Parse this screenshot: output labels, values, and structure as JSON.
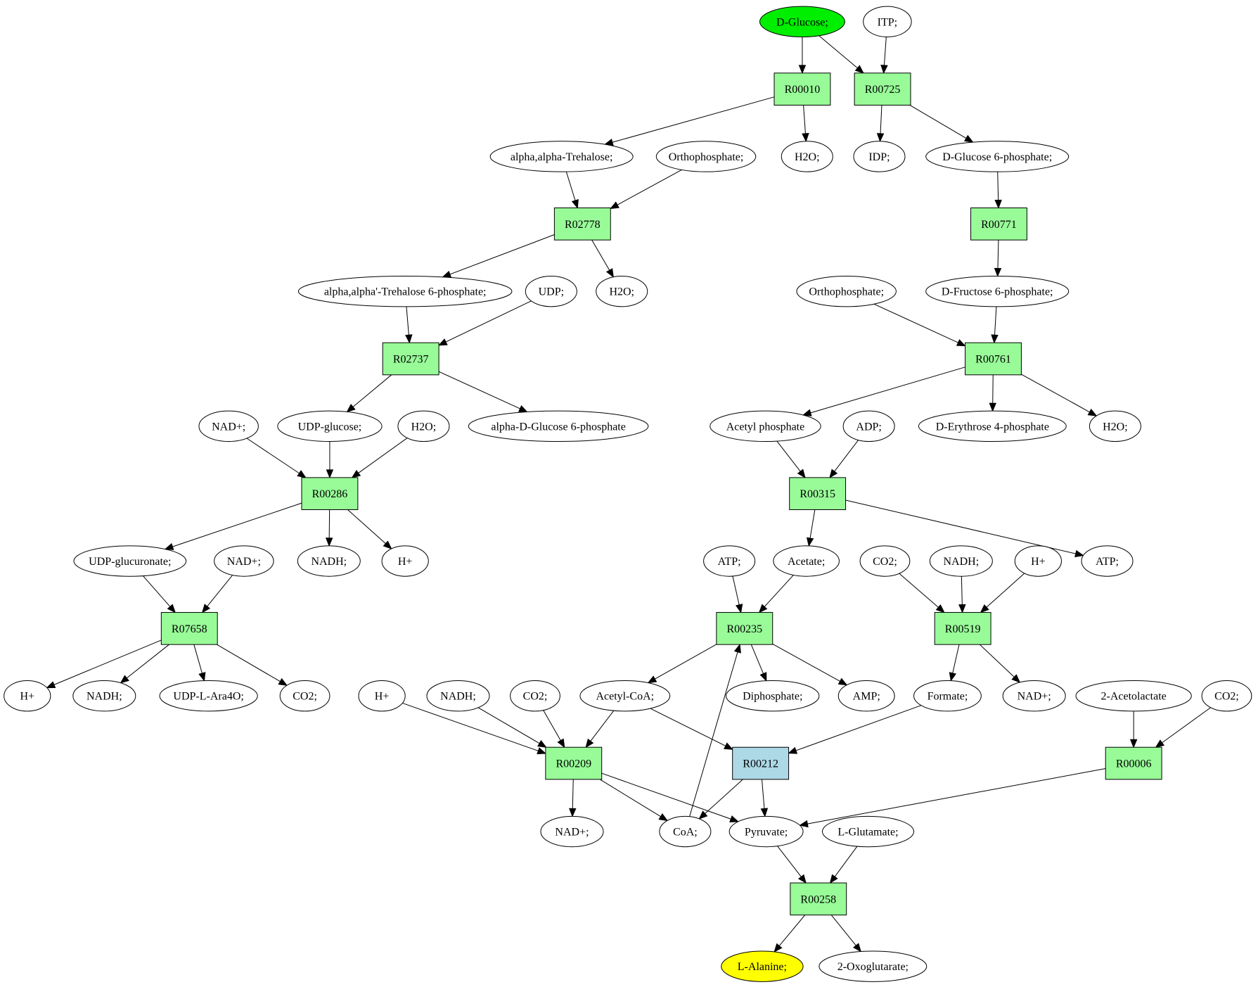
{
  "diagram": {
    "type": "metabolic-pathway-graph",
    "colors": {
      "reaction_fill": "#98fb98",
      "highlight_reaction_fill": "#add8e6",
      "start_compound_fill": "#00ee00",
      "end_compound_fill": "#ffff00",
      "default_compound_fill": "#ffffff",
      "stroke": "#000000"
    },
    "nodes": [
      {
        "id": "c_dglucose",
        "kind": "compound",
        "label": "D-Glucose;",
        "role": "start"
      },
      {
        "id": "c_itp",
        "kind": "compound",
        "label": "ITP;"
      },
      {
        "id": "r_R00010",
        "kind": "reaction",
        "label": "R00010"
      },
      {
        "id": "r_R00725",
        "kind": "reaction",
        "label": "R00725"
      },
      {
        "id": "c_trehalose",
        "kind": "compound",
        "label": "alpha,alpha-Trehalose;"
      },
      {
        "id": "c_orthophosphate1",
        "kind": "compound",
        "label": "Orthophosphate;"
      },
      {
        "id": "c_h2o_1",
        "kind": "compound",
        "label": "H2O;"
      },
      {
        "id": "c_idp",
        "kind": "compound",
        "label": "IDP;"
      },
      {
        "id": "c_g6p",
        "kind": "compound",
        "label": "D-Glucose 6-phosphate;"
      },
      {
        "id": "r_R02778",
        "kind": "reaction",
        "label": "R02778"
      },
      {
        "id": "r_R00771",
        "kind": "reaction",
        "label": "R00771"
      },
      {
        "id": "c_t6p",
        "kind": "compound",
        "label": "alpha,alpha'-Trehalose 6-phosphate;"
      },
      {
        "id": "c_udp",
        "kind": "compound",
        "label": "UDP;"
      },
      {
        "id": "c_h2o_2",
        "kind": "compound",
        "label": "H2O;"
      },
      {
        "id": "c_orthophosphate2",
        "kind": "compound",
        "label": "Orthophosphate;"
      },
      {
        "id": "c_f6p",
        "kind": "compound",
        "label": "D-Fructose 6-phosphate;"
      },
      {
        "id": "r_R02737",
        "kind": "reaction",
        "label": "R02737"
      },
      {
        "id": "r_R00761",
        "kind": "reaction",
        "label": "R00761"
      },
      {
        "id": "c_nadp_1",
        "kind": "compound",
        "label": "NAD+;"
      },
      {
        "id": "c_udpglucose",
        "kind": "compound",
        "label": "UDP-glucose;"
      },
      {
        "id": "c_h2o_3",
        "kind": "compound",
        "label": "H2O;"
      },
      {
        "id": "c_adg6p",
        "kind": "compound",
        "label": "alpha-D-Glucose 6-phosphate"
      },
      {
        "id": "c_acetylphosphate",
        "kind": "compound",
        "label": "Acetyl phosphate"
      },
      {
        "id": "c_adp",
        "kind": "compound",
        "label": "ADP;"
      },
      {
        "id": "c_e4p",
        "kind": "compound",
        "label": "D-Erythrose 4-phosphate"
      },
      {
        "id": "c_h2o_4",
        "kind": "compound",
        "label": "H2O;"
      },
      {
        "id": "r_R00286",
        "kind": "reaction",
        "label": "R00286"
      },
      {
        "id": "r_R00315",
        "kind": "reaction",
        "label": "R00315"
      },
      {
        "id": "c_udpglucuronate",
        "kind": "compound",
        "label": "UDP-glucuronate;"
      },
      {
        "id": "c_nadp_2",
        "kind": "compound",
        "label": "NAD+;"
      },
      {
        "id": "c_nadh_1",
        "kind": "compound",
        "label": "NADH;"
      },
      {
        "id": "c_hplus_1",
        "kind": "compound",
        "label": "H+"
      },
      {
        "id": "c_atp_1",
        "kind": "compound",
        "label": "ATP;"
      },
      {
        "id": "c_acetate",
        "kind": "compound",
        "label": "Acetate;"
      },
      {
        "id": "c_co2_1",
        "kind": "compound",
        "label": "CO2;"
      },
      {
        "id": "c_nadh_2",
        "kind": "compound",
        "label": "NADH;"
      },
      {
        "id": "c_hplus_2",
        "kind": "compound",
        "label": "H+"
      },
      {
        "id": "c_atp_2",
        "kind": "compound",
        "label": "ATP;"
      },
      {
        "id": "r_R07658",
        "kind": "reaction",
        "label": "R07658"
      },
      {
        "id": "r_R00235",
        "kind": "reaction",
        "label": "R00235"
      },
      {
        "id": "r_R00519",
        "kind": "reaction",
        "label": "R00519"
      },
      {
        "id": "c_hplus_3",
        "kind": "compound",
        "label": "H+"
      },
      {
        "id": "c_nadh_3",
        "kind": "compound",
        "label": "NADH;"
      },
      {
        "id": "c_udpara4o",
        "kind": "compound",
        "label": "UDP-L-Ara4O;"
      },
      {
        "id": "c_co2_2",
        "kind": "compound",
        "label": "CO2;"
      },
      {
        "id": "c_hplus_4",
        "kind": "compound",
        "label": "H+"
      },
      {
        "id": "c_nadh_4",
        "kind": "compound",
        "label": "NADH;"
      },
      {
        "id": "c_co2_3",
        "kind": "compound",
        "label": "CO2;"
      },
      {
        "id": "c_acetylcoa",
        "kind": "compound",
        "label": "Acetyl-CoA;"
      },
      {
        "id": "c_diphosphate",
        "kind": "compound",
        "label": "Diphosphate;"
      },
      {
        "id": "c_amp",
        "kind": "compound",
        "label": "AMP;"
      },
      {
        "id": "c_formate",
        "kind": "compound",
        "label": "Formate;"
      },
      {
        "id": "c_nadp_3",
        "kind": "compound",
        "label": "NAD+;"
      },
      {
        "id": "c_acetolactate",
        "kind": "compound",
        "label": "2-Acetolactate"
      },
      {
        "id": "c_co2_4",
        "kind": "compound",
        "label": "CO2;"
      },
      {
        "id": "r_R00209",
        "kind": "reaction",
        "label": "R00209"
      },
      {
        "id": "r_R00212",
        "kind": "reaction",
        "label": "R00212",
        "role": "highlight"
      },
      {
        "id": "r_R00006",
        "kind": "reaction",
        "label": "R00006"
      },
      {
        "id": "c_nadp_4",
        "kind": "compound",
        "label": "NAD+;"
      },
      {
        "id": "c_coa",
        "kind": "compound",
        "label": "CoA;"
      },
      {
        "id": "c_pyruvate",
        "kind": "compound",
        "label": "Pyruvate;"
      },
      {
        "id": "c_lglutamate",
        "kind": "compound",
        "label": "L-Glutamate;"
      },
      {
        "id": "r_R00258",
        "kind": "reaction",
        "label": "R00258"
      },
      {
        "id": "c_lalanine",
        "kind": "compound",
        "label": "L-Alanine;",
        "role": "end"
      },
      {
        "id": "c_2oxoglutarate",
        "kind": "compound",
        "label": "2-Oxoglutarate;"
      }
    ],
    "edges": [
      [
        "c_dglucose",
        "r_R00010"
      ],
      [
        "c_dglucose",
        "r_R00725"
      ],
      [
        "c_itp",
        "r_R00725"
      ],
      [
        "r_R00010",
        "c_trehalose"
      ],
      [
        "r_R00010",
        "c_h2o_1"
      ],
      [
        "r_R00725",
        "c_idp"
      ],
      [
        "r_R00725",
        "c_g6p"
      ],
      [
        "c_trehalose",
        "r_R02778"
      ],
      [
        "c_orthophosphate1",
        "r_R02778"
      ],
      [
        "c_g6p",
        "r_R00771"
      ],
      [
        "r_R02778",
        "c_t6p"
      ],
      [
        "r_R02778",
        "c_h2o_2"
      ],
      [
        "r_R00771",
        "c_f6p"
      ],
      [
        "c_t6p",
        "r_R02737"
      ],
      [
        "c_udp",
        "r_R02737"
      ],
      [
        "c_orthophosphate2",
        "r_R00761"
      ],
      [
        "c_f6p",
        "r_R00761"
      ],
      [
        "r_R02737",
        "c_udpglucose"
      ],
      [
        "r_R02737",
        "c_adg6p"
      ],
      [
        "r_R00761",
        "c_acetylphosphate"
      ],
      [
        "r_R00761",
        "c_e4p"
      ],
      [
        "r_R00761",
        "c_h2o_4"
      ],
      [
        "c_nadp_1",
        "r_R00286"
      ],
      [
        "c_udpglucose",
        "r_R00286"
      ],
      [
        "c_h2o_3",
        "r_R00286"
      ],
      [
        "c_acetylphosphate",
        "r_R00315"
      ],
      [
        "c_adp",
        "r_R00315"
      ],
      [
        "r_R00286",
        "c_udpglucuronate"
      ],
      [
        "r_R00286",
        "c_nadh_1"
      ],
      [
        "r_R00286",
        "c_hplus_1"
      ],
      [
        "r_R00315",
        "c_acetate"
      ],
      [
        "r_R00315",
        "c_atp_2"
      ],
      [
        "c_udpglucuronate",
        "r_R07658"
      ],
      [
        "c_nadp_2",
        "r_R07658"
      ],
      [
        "c_atp_1",
        "r_R00235"
      ],
      [
        "c_acetate",
        "r_R00235"
      ],
      [
        "c_coa",
        "r_R00235"
      ],
      [
        "c_co2_1",
        "r_R00519"
      ],
      [
        "c_nadh_2",
        "r_R00519"
      ],
      [
        "c_hplus_2",
        "r_R00519"
      ],
      [
        "r_R07658",
        "c_hplus_3"
      ],
      [
        "r_R07658",
        "c_nadh_3"
      ],
      [
        "r_R07658",
        "c_udpara4o"
      ],
      [
        "r_R07658",
        "c_co2_2"
      ],
      [
        "r_R00235",
        "c_acetylcoa"
      ],
      [
        "r_R00235",
        "c_diphosphate"
      ],
      [
        "r_R00235",
        "c_amp"
      ],
      [
        "r_R00519",
        "c_formate"
      ],
      [
        "r_R00519",
        "c_nadp_3"
      ],
      [
        "c_hplus_4",
        "r_R00209"
      ],
      [
        "c_nadh_4",
        "r_R00209"
      ],
      [
        "c_co2_3",
        "r_R00209"
      ],
      [
        "c_acetylcoa",
        "r_R00209"
      ],
      [
        "c_acetylcoa",
        "r_R00212"
      ],
      [
        "c_formate",
        "r_R00212"
      ],
      [
        "c_acetolactate",
        "r_R00006"
      ],
      [
        "c_co2_4",
        "r_R00006"
      ],
      [
        "r_R00209",
        "c_nadp_4"
      ],
      [
        "r_R00209",
        "c_coa"
      ],
      [
        "r_R00209",
        "c_pyruvate"
      ],
      [
        "r_R00212",
        "c_coa"
      ],
      [
        "r_R00212",
        "c_pyruvate"
      ],
      [
        "r_R00006",
        "c_pyruvate"
      ],
      [
        "c_pyruvate",
        "r_R00258"
      ],
      [
        "c_lglutamate",
        "r_R00258"
      ],
      [
        "r_R00258",
        "c_lalanine"
      ],
      [
        "r_R00258",
        "c_2oxoglutarate"
      ]
    ]
  }
}
